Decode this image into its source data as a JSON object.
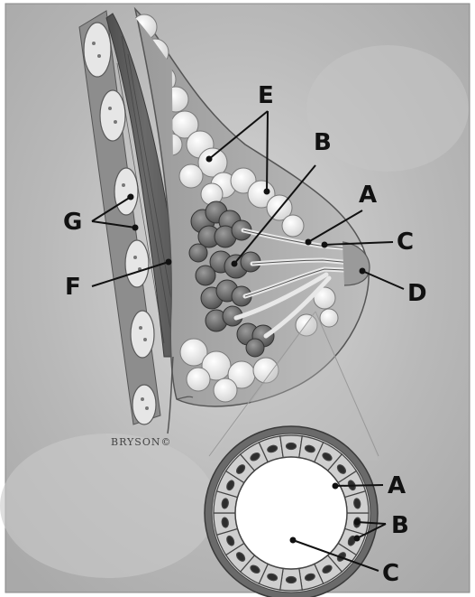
{
  "diagram": {
    "signature": "BRYSON©",
    "labels": {
      "E": "E",
      "B": "B",
      "A": "A",
      "C": "C",
      "D": "D",
      "G": "G",
      "F": "F",
      "inset_A": "A",
      "inset_B": "B",
      "inset_C": "C"
    }
  }
}
